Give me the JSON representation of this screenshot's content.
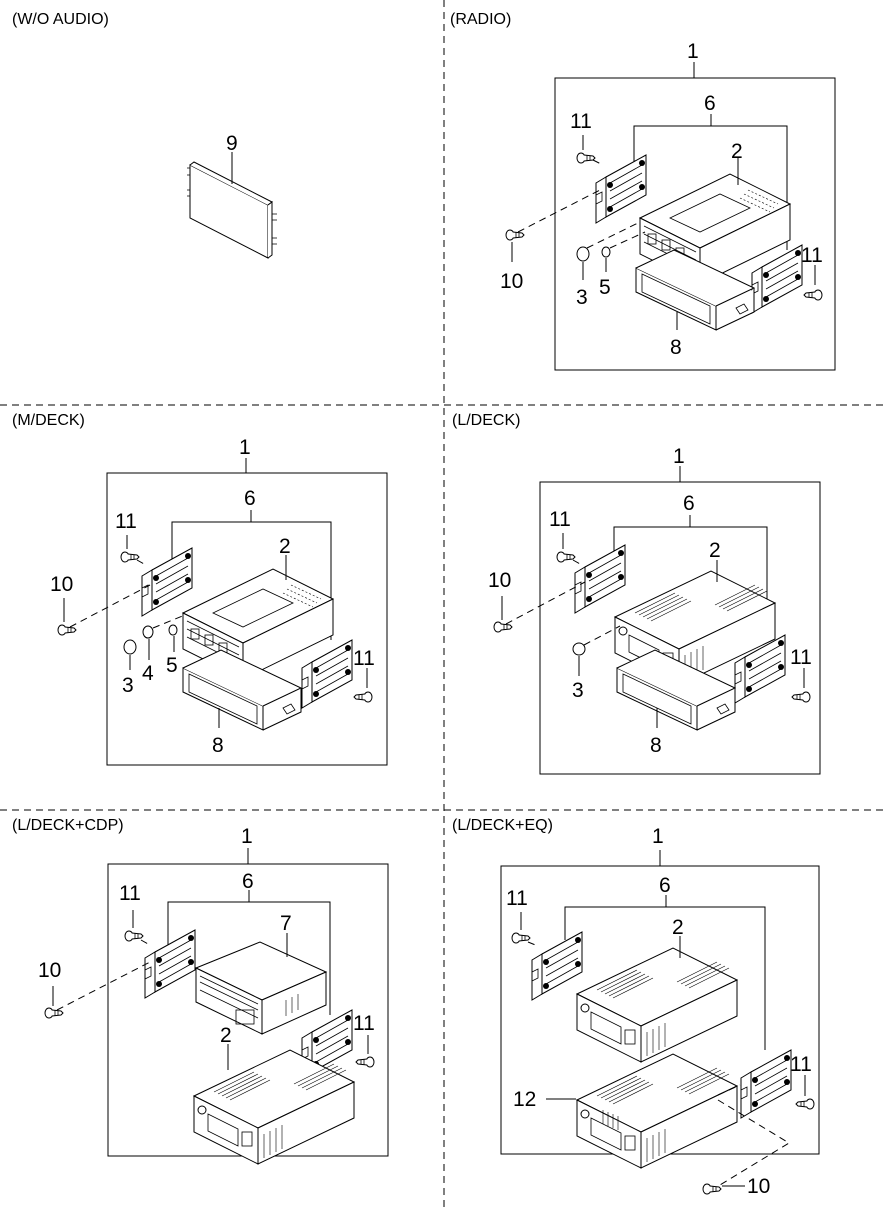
{
  "diagram": {
    "panels": [
      {
        "id": "wo-audio",
        "title": "(W/O AUDIO)",
        "callouts": {
          "blank_cover": "9"
        }
      },
      {
        "id": "radio",
        "title": "(RADIO)",
        "callouts": {
          "assembly": "1",
          "head_unit": "2",
          "knob_large": "3",
          "knob_small": "5",
          "bracket_set": "6",
          "pocket": "8",
          "screw_outer": "10",
          "screw_left": "11",
          "screw_right": "11"
        }
      },
      {
        "id": "m-deck",
        "title": "(M/DECK)",
        "callouts": {
          "assembly": "1",
          "head_unit": "2",
          "knob_large": "3",
          "knob_medium": "4",
          "knob_small": "5",
          "bracket_set": "6",
          "pocket": "8",
          "screw_outer": "10",
          "screw_left": "11",
          "screw_right": "11"
        }
      },
      {
        "id": "l-deck",
        "title": "(L/DECK)",
        "callouts": {
          "assembly": "1",
          "head_unit": "2",
          "knob_large": "3",
          "bracket_set": "6",
          "pocket": "8",
          "screw_outer": "10",
          "screw_left": "11",
          "screw_right": "11"
        }
      },
      {
        "id": "l-deck-cdp",
        "title": "(L/DECK+CDP)",
        "callouts": {
          "assembly": "1",
          "head_unit": "2",
          "bracket_set": "6",
          "cd_player": "7",
          "screw_outer": "10",
          "screw_left": "11",
          "screw_right": "11"
        }
      },
      {
        "id": "l-deck-eq",
        "title": "(L/DECK+EQ)",
        "callouts": {
          "assembly": "1",
          "head_unit": "2",
          "bracket_set": "6",
          "equalizer": "12",
          "screw_outer": "10",
          "screw_left": "11",
          "screw_right": "11"
        }
      }
    ]
  }
}
